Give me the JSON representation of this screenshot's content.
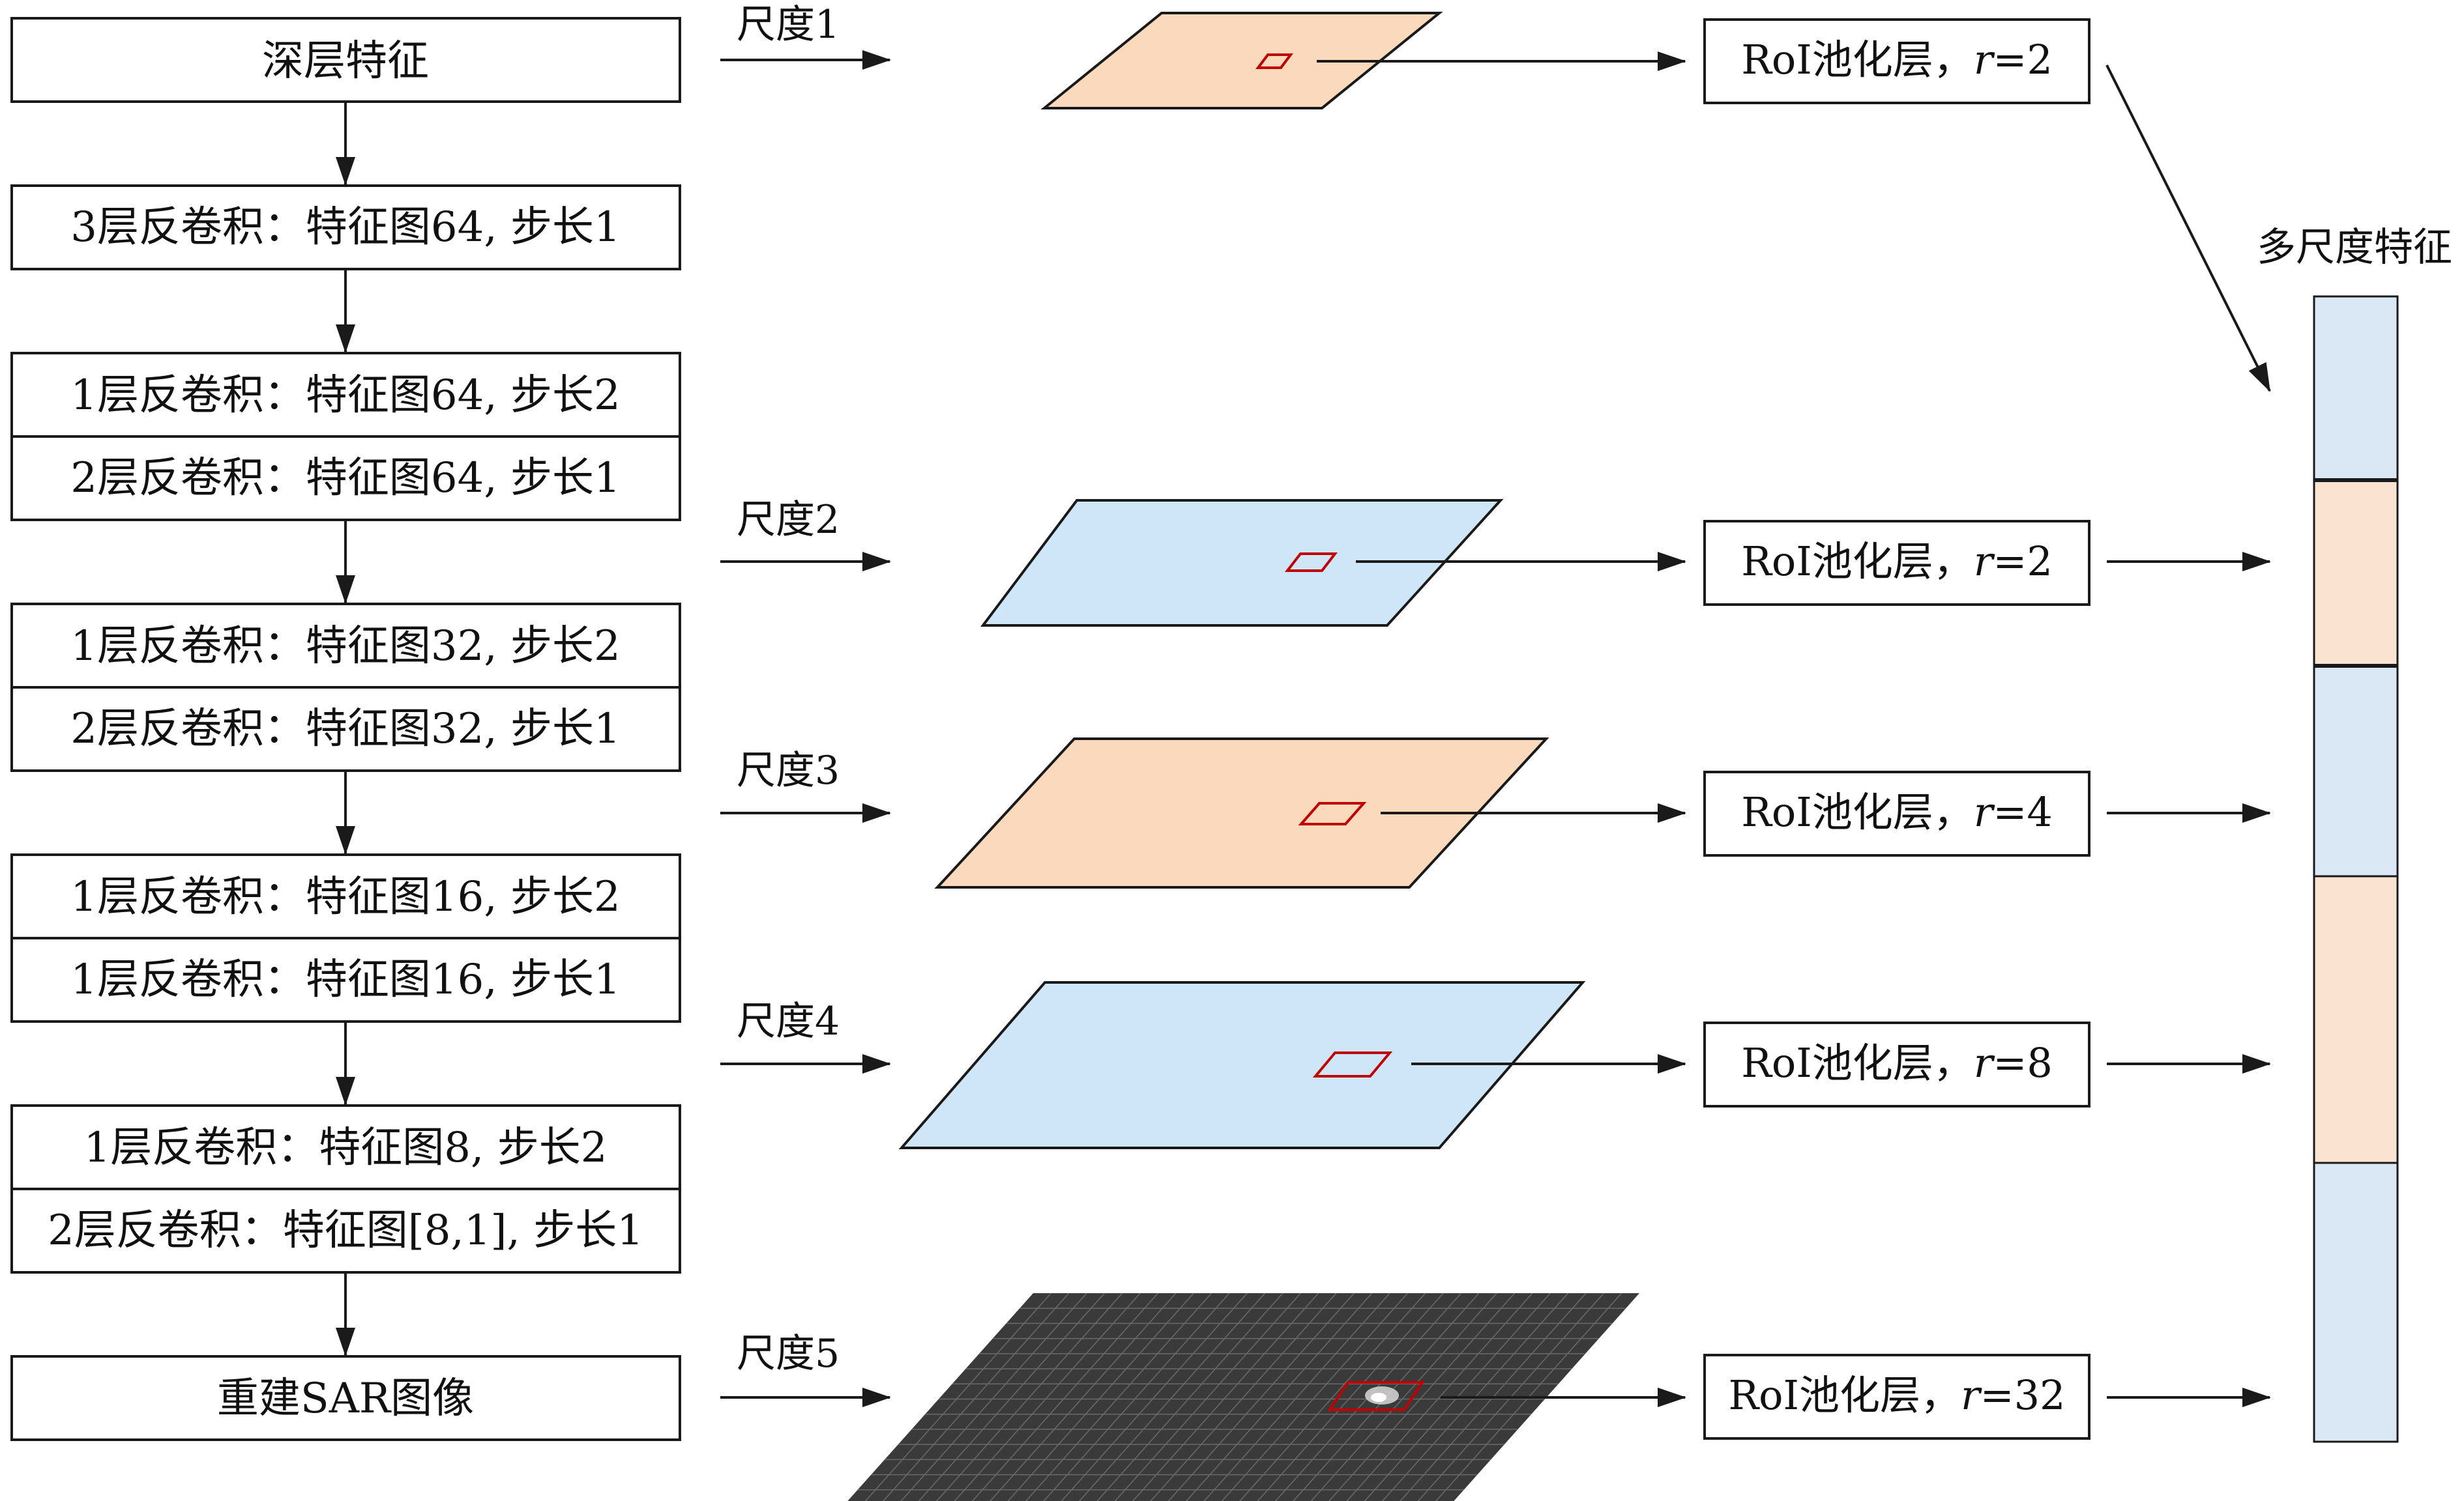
{
  "colors": {
    "orange_plane": "#fad9bc",
    "blue_plane": "#cfe5f8",
    "bar_blue": "#dae8f5",
    "bar_orange": "#fbe3d2",
    "dark_plane": "#3a3a3a",
    "roi": "#c00000"
  },
  "left_column": {
    "top": "深层特征",
    "block1": "3层反卷积：特征图64, 步长1",
    "block2": [
      "1层反卷积：特征图64, 步长2",
      "2层反卷积：特征图64, 步长1"
    ],
    "block3": [
      "1层反卷积：特征图32, 步长2",
      "2层反卷积：特征图32, 步长1"
    ],
    "block4": [
      "1层反卷积：特征图16, 步长2",
      "1层反卷积：特征图16, 步长1"
    ],
    "block5": [
      "1层反卷积：特征图8, 步长2",
      "2层反卷积：特征图[8,1], 步长1"
    ],
    "bottom": "重建SAR图像"
  },
  "scales": [
    "尺度1",
    "尺度2",
    "尺度3",
    "尺度4",
    "尺度5"
  ],
  "roi_boxes": {
    "prefix": "RoI池化层，",
    "var": "r",
    "values": [
      "=2",
      "=2",
      "=4",
      "=8",
      "=32"
    ]
  },
  "multiscale": {
    "title": "多尺度特征",
    "segments": [
      "blue",
      "orange",
      "blue",
      "orange",
      "blue"
    ]
  }
}
